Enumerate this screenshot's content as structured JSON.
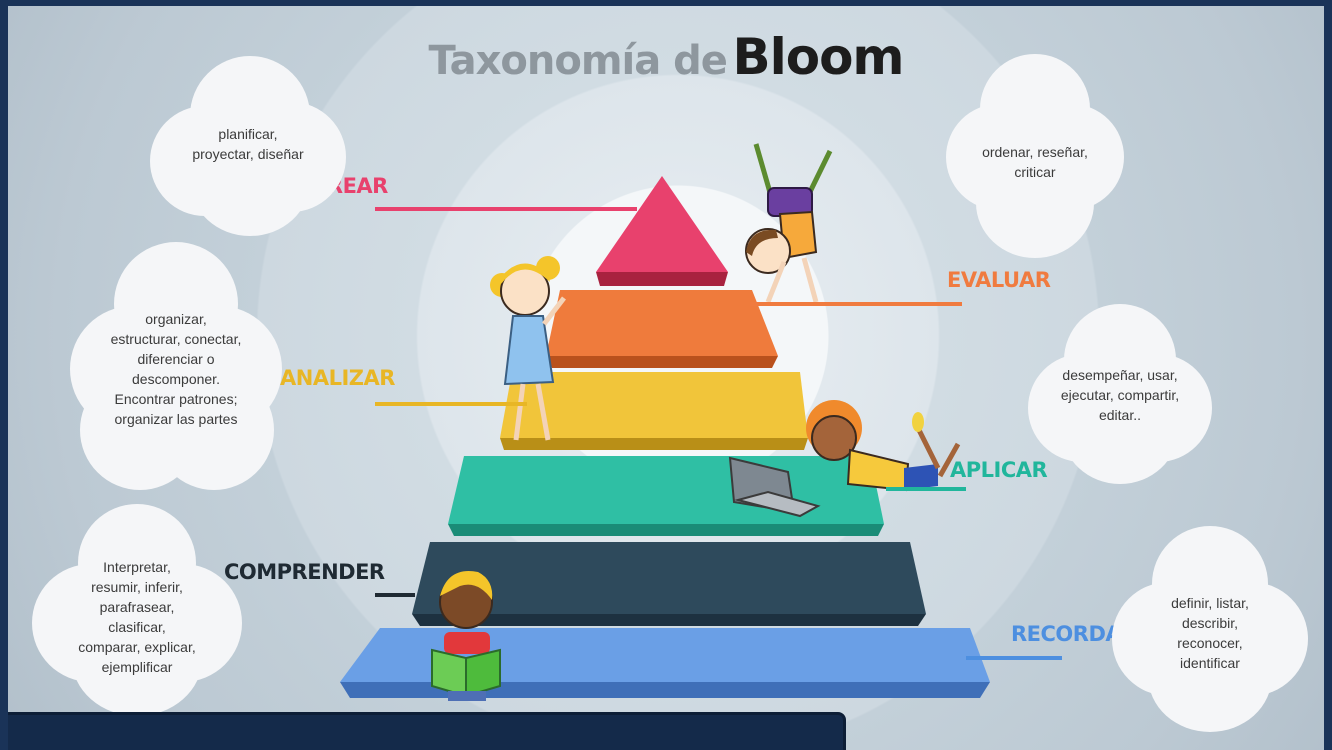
{
  "title": {
    "part1": "Taxonomía de",
    "part2": "Bloom"
  },
  "levels": [
    {
      "key": "crear",
      "label": "CREAR",
      "color": "#e8416d",
      "verbs": [
        "planificar,",
        "proyectar, diseñar"
      ]
    },
    {
      "key": "evaluar",
      "label": "EVALUAR",
      "color": "#f07b3f",
      "verbs": [
        "ordenar, reseñar,",
        "criticar"
      ]
    },
    {
      "key": "analizar",
      "label": "ANALIZAR",
      "color": "#e8b625",
      "verbs": [
        "organizar,",
        "estructurar, conectar,",
        "diferenciar o",
        "descomponer.",
        "Encontrar patrones;",
        "organizar las partes"
      ]
    },
    {
      "key": "aplicar",
      "label": "APLICAR",
      "color": "#21b69c",
      "verbs": [
        "desempeñar, usar,",
        "ejecutar, compartir,",
        "editar.."
      ]
    },
    {
      "key": "comprender",
      "label": "COMPRENDER",
      "color": "#1f2a33",
      "verbs": [
        "Interpretar,",
        "resumir, inferir,",
        "parafrasear,",
        "clasificar,",
        "comparar, explicar,",
        "ejemplificar"
      ]
    },
    {
      "key": "recordar",
      "label": "RECORDAR",
      "color": "#4d8fe0",
      "verbs": [
        "definir, listar,",
        "describir,",
        "reconocer,",
        "identificar"
      ]
    }
  ],
  "pyramid_colors": {
    "crear": "#e8416d",
    "evaluar": "#ef7b3c",
    "analizar": "#f1c53a",
    "aplicar": "#2fbfa4",
    "comprender": "#2e4a5c",
    "recordar": "#6a9fe6"
  },
  "icons": [
    "child-climbing-icon",
    "child-handstand-icon",
    "child-laptop-icon",
    "child-reading-icon"
  ]
}
